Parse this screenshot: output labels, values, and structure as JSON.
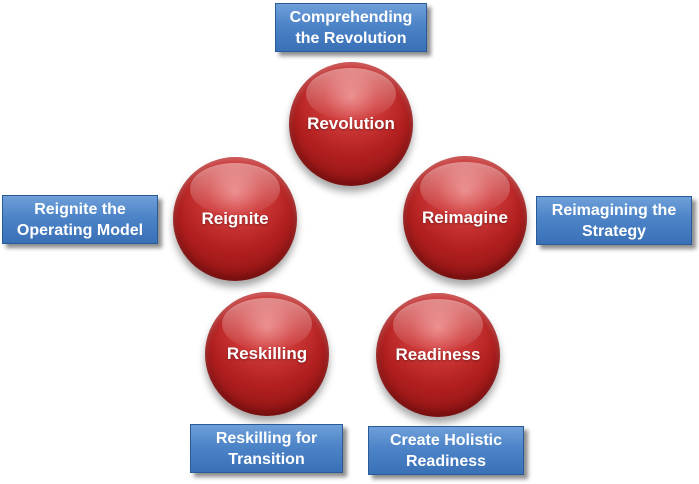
{
  "diagram": {
    "circles": [
      {
        "id": "revolution",
        "label": "Revolution"
      },
      {
        "id": "reimagine",
        "label": "Reimagine"
      },
      {
        "id": "readiness",
        "label": "Readiness"
      },
      {
        "id": "reskilling",
        "label": "Reskilling"
      },
      {
        "id": "reignite",
        "label": "Reignite"
      }
    ],
    "boxes": [
      {
        "id": "revolution",
        "line1": "Comprehending",
        "line2": "the Revolution"
      },
      {
        "id": "reimagine",
        "line1": "Reimagining the",
        "line2": "Strategy"
      },
      {
        "id": "readiness",
        "line1": "Create Holistic",
        "line2": "Readiness"
      },
      {
        "id": "reskilling",
        "line1": "Reskilling for",
        "line2": "Transition"
      },
      {
        "id": "reignite",
        "line1": "Reignite the",
        "line2": "Operating Model"
      }
    ],
    "colors": {
      "circle": "#b21f1f",
      "box": "#4d84c8",
      "text": "#ffffff"
    }
  }
}
